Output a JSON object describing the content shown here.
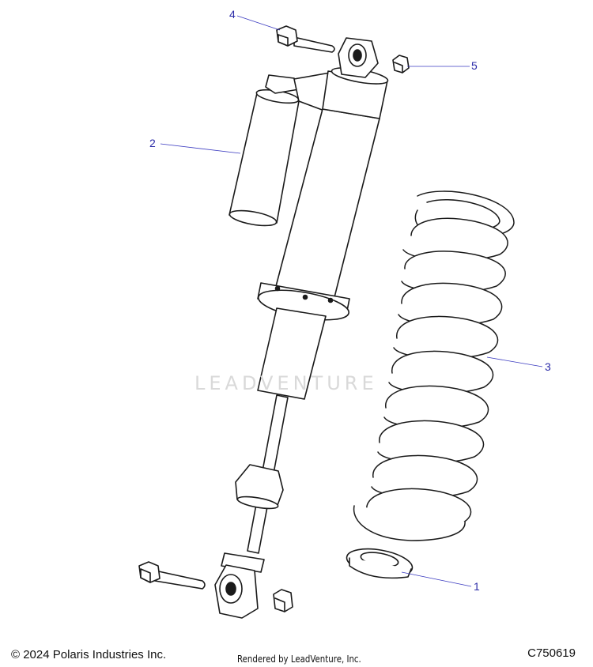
{
  "callouts": [
    {
      "id": "1",
      "label": "1"
    },
    {
      "id": "2",
      "label": "2"
    },
    {
      "id": "3",
      "label": "3"
    },
    {
      "id": "4",
      "label": "4"
    },
    {
      "id": "5",
      "label": "5"
    }
  ],
  "footer": {
    "copyright": "© 2024 Polaris Industries Inc.",
    "rendered_by": "Rendered by LeadVenture, Inc.",
    "part_code": "C750619"
  },
  "watermark": "LEADVENTURE",
  "colors": {
    "line": "#1a1a1a",
    "leader": "#3a3ac0",
    "callout_text": "#2b2ba8",
    "watermark": "#d9d9d9"
  }
}
